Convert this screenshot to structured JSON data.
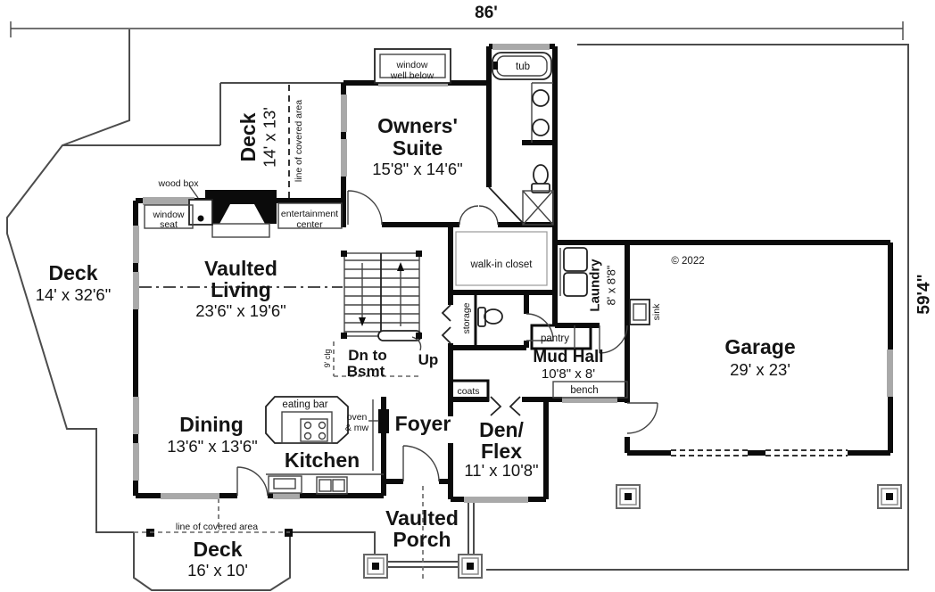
{
  "dimensions": {
    "width": "86'",
    "height": "59'4\""
  },
  "copyright": "© 2022",
  "rooms": {
    "owners_suite": {
      "lines": [
        "Owners'",
        "Suite"
      ],
      "size": "15'8\" x 14'6\""
    },
    "living": {
      "lines": [
        "Vaulted",
        "Living"
      ],
      "size": "23'6\" x 19'6\""
    },
    "dining": {
      "name": "Dining",
      "size": "13'6\" x 13'6\""
    },
    "kitchen": {
      "name": "Kitchen"
    },
    "foyer": {
      "name": "Foyer"
    },
    "den": {
      "lines": [
        "Den/",
        "Flex"
      ],
      "size": "11' x 10'8\""
    },
    "mud_hall": {
      "name": "Mud Hall",
      "size": "10'8\" x 8'"
    },
    "laundry": {
      "name": "Laundry",
      "size": "8' x 8'8\""
    },
    "garage": {
      "name": "Garage",
      "size": "29' x 23'"
    },
    "porch": {
      "lines": [
        "Vaulted",
        "Porch"
      ]
    },
    "deck_left": {
      "name": "Deck",
      "size": "14' x 32'6\""
    },
    "deck_top": {
      "name": "Deck",
      "size": "14' x 13'"
    },
    "deck_bottom": {
      "name": "Deck",
      "size": "16' x 10'"
    }
  },
  "annotations": {
    "window_well": [
      "window",
      "well below"
    ],
    "tub": "tub",
    "walk_in_closet": "walk-in closet",
    "storage": "storage",
    "pantry": "pantry",
    "coats": "coats",
    "bench": "bench",
    "sink": "sink",
    "wood_box": "wood box",
    "window_seat": [
      "window",
      "seat"
    ],
    "entertainment_center": [
      "entertainment",
      "center"
    ],
    "eating_bar": "eating bar",
    "oven_mw": [
      "oven",
      "& mw"
    ],
    "stairs_down": [
      "Dn to",
      "Bsmt"
    ],
    "stairs_up": "Up",
    "ceiling_height": "9' clg",
    "covered_area_top": "line of covered area",
    "covered_area_bottom": "line of covered area"
  }
}
